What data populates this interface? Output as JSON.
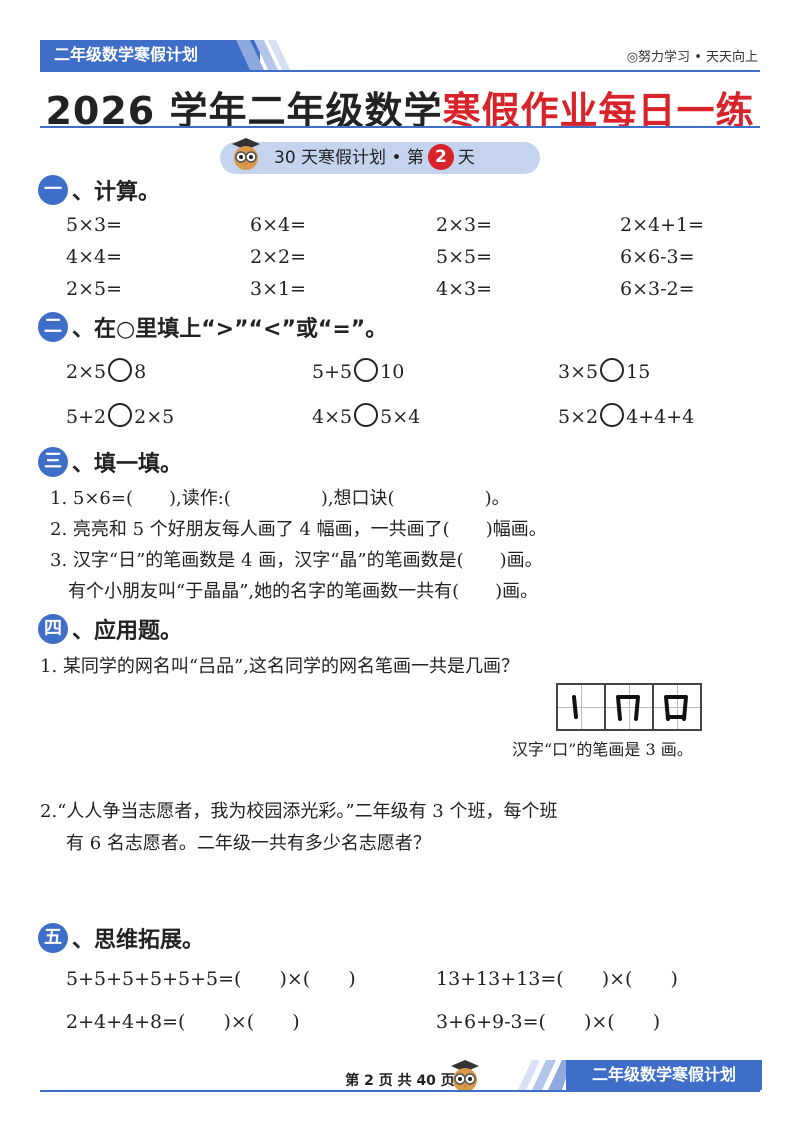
{
  "header": {
    "tag": "二年级数学寒假计划",
    "motto": "◎努力学习 • 天天向上",
    "title_black": "2026 学年二年级数学",
    "title_red": "寒假作业每日一练",
    "plan_prefix": "30 天寒假计划 • 第",
    "day": "2",
    "plan_suffix": "天"
  },
  "section1": {
    "num": "一",
    "title": "、计算。",
    "rows": [
      [
        "5×3=",
        "6×4=",
        "2×3=",
        "2×4+1="
      ],
      [
        "4×4=",
        "2×2=",
        "5×5=",
        "6×6-3="
      ],
      [
        "2×5=",
        "3×1=",
        "4×3=",
        "6×3-2="
      ]
    ]
  },
  "section2": {
    "num": "二",
    "title": "、在○里填上“>”“<”或“=”。",
    "items": [
      {
        "left": "2×5",
        "right": "8"
      },
      {
        "left": "5+5",
        "right": "10"
      },
      {
        "left": "3×5",
        "right": "15"
      },
      {
        "left": "5+2",
        "right": "2×5"
      },
      {
        "left": "4×5",
        "right": "5×4"
      },
      {
        "left": "5×2",
        "right": "4+4+4"
      }
    ]
  },
  "section3": {
    "num": "三",
    "title": "、填一填。",
    "lines": [
      "1. 5×6=(　　),读作:(　　　　　),想口诀(　　　　　)。",
      "2. 亮亮和 5 个好朋友每人画了 4 幅画，一共画了(　　)幅画。",
      "3. 汉字“日”的笔画数是 4 画，汉字“晶”的笔画数是(　　)画。",
      "有个小朋友叫“于晶晶”,她的名字的笔画数一共有(　　)画。"
    ]
  },
  "section4": {
    "num": "四",
    "title": "、应用题。",
    "q1": "1. 某同学的网名叫“吕品”,这名同学的网名笔画一共是几画？",
    "caption": "汉字“口”的笔画是 3 画。",
    "q2_line1": "2.“人人争当志愿者，我为校园添光彩。”二年级有 3 个班，每个班",
    "q2_line2": "有 6 名志愿者。二年级一共有多少名志愿者？"
  },
  "section5": {
    "num": "五",
    "title": "、思维拓展。",
    "items": [
      "5+5+5+5+5+5=(　　)×(　　)",
      "13+13+13=(　　)×(　　)",
      "2+4+4+8=(　　)×(　　)",
      "3+6+9-3=(　　)×(　　)"
    ]
  },
  "footer": {
    "page": "第 2 页 共 40 页",
    "tag": "二年级数学寒假计划"
  },
  "colors": {
    "accent": "#3f6ec8",
    "red": "#d8232a",
    "pill": "#c4d3ee"
  }
}
